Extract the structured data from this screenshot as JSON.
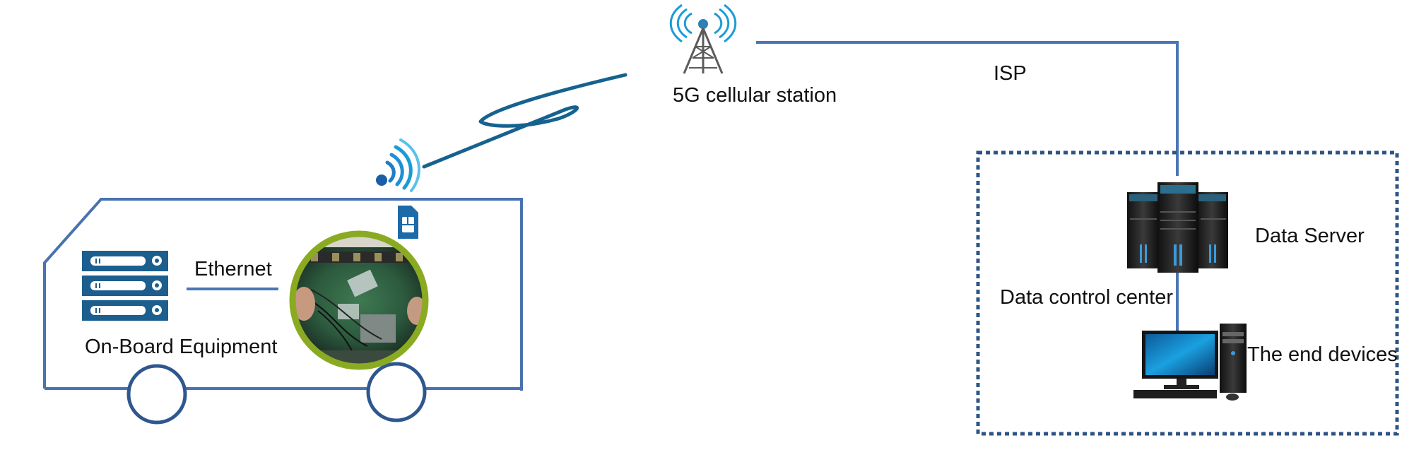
{
  "labels": {
    "cellular_station": "5G cellular station",
    "isp": "ISP",
    "ethernet": "Ethernet",
    "onboard_equipment": "On-Board Equipment",
    "data_server": "Data Server",
    "data_control_center": "Data control center",
    "end_devices": "The end devices"
  },
  "colors": {
    "line": "#4a76b6",
    "zigzag": "#16628f",
    "van_outline": "#4a72b0",
    "wheel": "#2f578f",
    "rack": "#1c5e8e",
    "dotted_box": "#2e5486",
    "circle_ring": "#8aab21",
    "signal": "#1a9bd7",
    "tower": "#5b5b5b"
  },
  "icons": {
    "tower": "cell-tower-icon",
    "signal": "wireless-signal-icon",
    "sim": "sim-card-icon",
    "rack": "server-rack-icon",
    "board": "circuit-board-photo",
    "servers": "data-server-icon",
    "computer": "desktop-computer-icon"
  }
}
